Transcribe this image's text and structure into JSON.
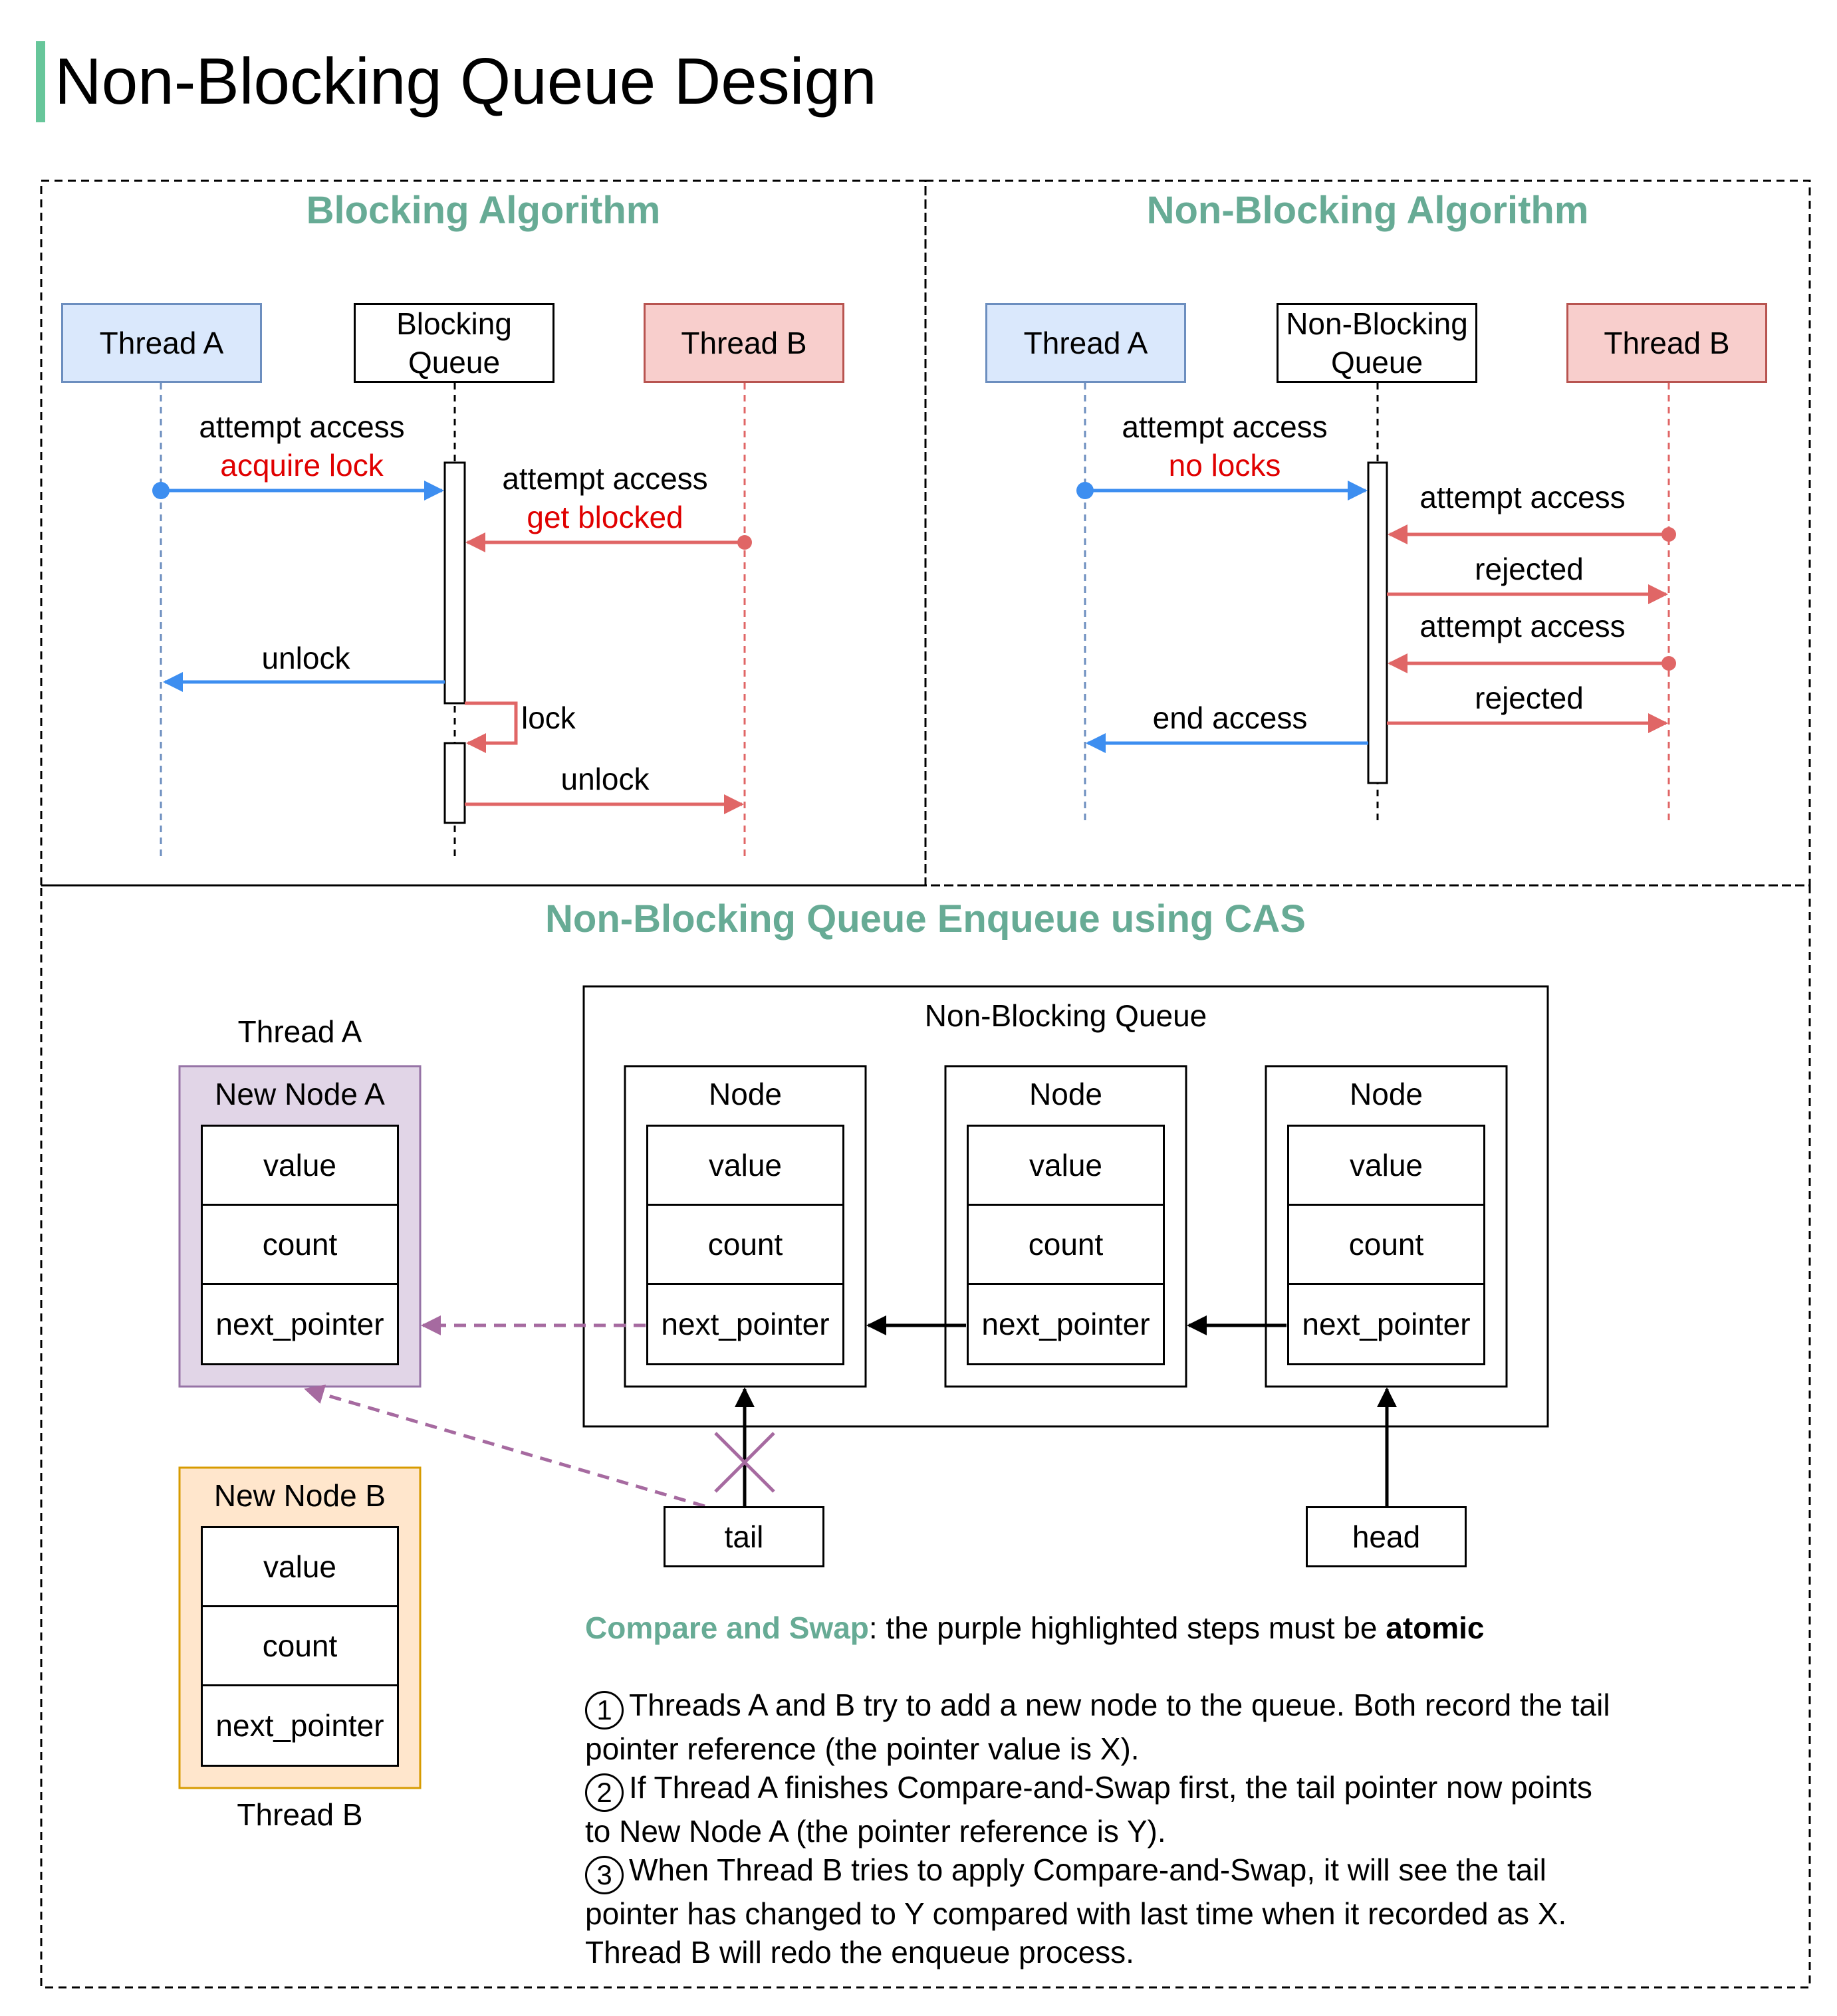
{
  "page_title": "Non-Blocking Queue Design",
  "sections": {
    "blocking": "Blocking Algorithm",
    "non_blocking": "Non-Blocking Algorithm",
    "cas": "Non-Blocking Queue Enqueue using CAS"
  },
  "blocking": {
    "thread_a": "Thread A",
    "queue": "Blocking Queue",
    "thread_b": "Thread B",
    "msg1": "attempt access",
    "msg1_note": "acquire lock",
    "msg2": "attempt access",
    "msg2_note": "get blocked",
    "msg3": "unlock",
    "msg4": "lock",
    "msg5": "unlock"
  },
  "non_blocking": {
    "thread_a": "Thread A",
    "queue": "Non-Blocking Queue",
    "thread_b": "Thread B",
    "msg1": "attempt access",
    "msg1_note": "no locks",
    "msg2": "attempt access",
    "msg3": "rejected",
    "msg4": "attempt access",
    "msg5": "rejected",
    "msg6": "end access"
  },
  "cas": {
    "thread_a_label": "Thread A",
    "thread_b_label": "Thread B",
    "node_a_title": "New Node A",
    "node_b_title": "New Node B",
    "queue_title": "Non-Blocking Queue",
    "node_title": "Node",
    "field_value": "value",
    "field_count": "count",
    "field_next": "next_pointer",
    "tail": "tail",
    "head": "head"
  },
  "notes": {
    "lead": "Compare and Swap",
    "lead_rest": ": the purple highlighted steps must be ",
    "lead_bold": "atomic",
    "n1": "1",
    "step1": "Threads A and B try to add a new node to the queue. Both record the tail pointer reference (the pointer value is X).",
    "n2": "2",
    "step2": "If Thread A finishes Compare-and-Swap first, the tail pointer now points to New Node A (the pointer reference is Y).",
    "n3": "3",
    "step3": "When Thread B tries to apply Compare-and-Swap, it will see the tail pointer has changed to Y compared with last time when it recorded as X. Thread B will redo the enqueue process."
  },
  "colors": {
    "accent": "#67ab95",
    "blue": "#3d8ef0",
    "red": "#e06666",
    "purple": "#a66aa0",
    "thread_a_fill": "#dae8fc",
    "thread_a_border": "#6c8ebf",
    "thread_b_fill": "#f8cecc",
    "thread_b_border": "#b85450",
    "node_a_fill": "#e1d5e7",
    "node_a_border": "#9673a6",
    "node_b_fill": "#ffe6cc",
    "node_b_border": "#d79b00"
  }
}
